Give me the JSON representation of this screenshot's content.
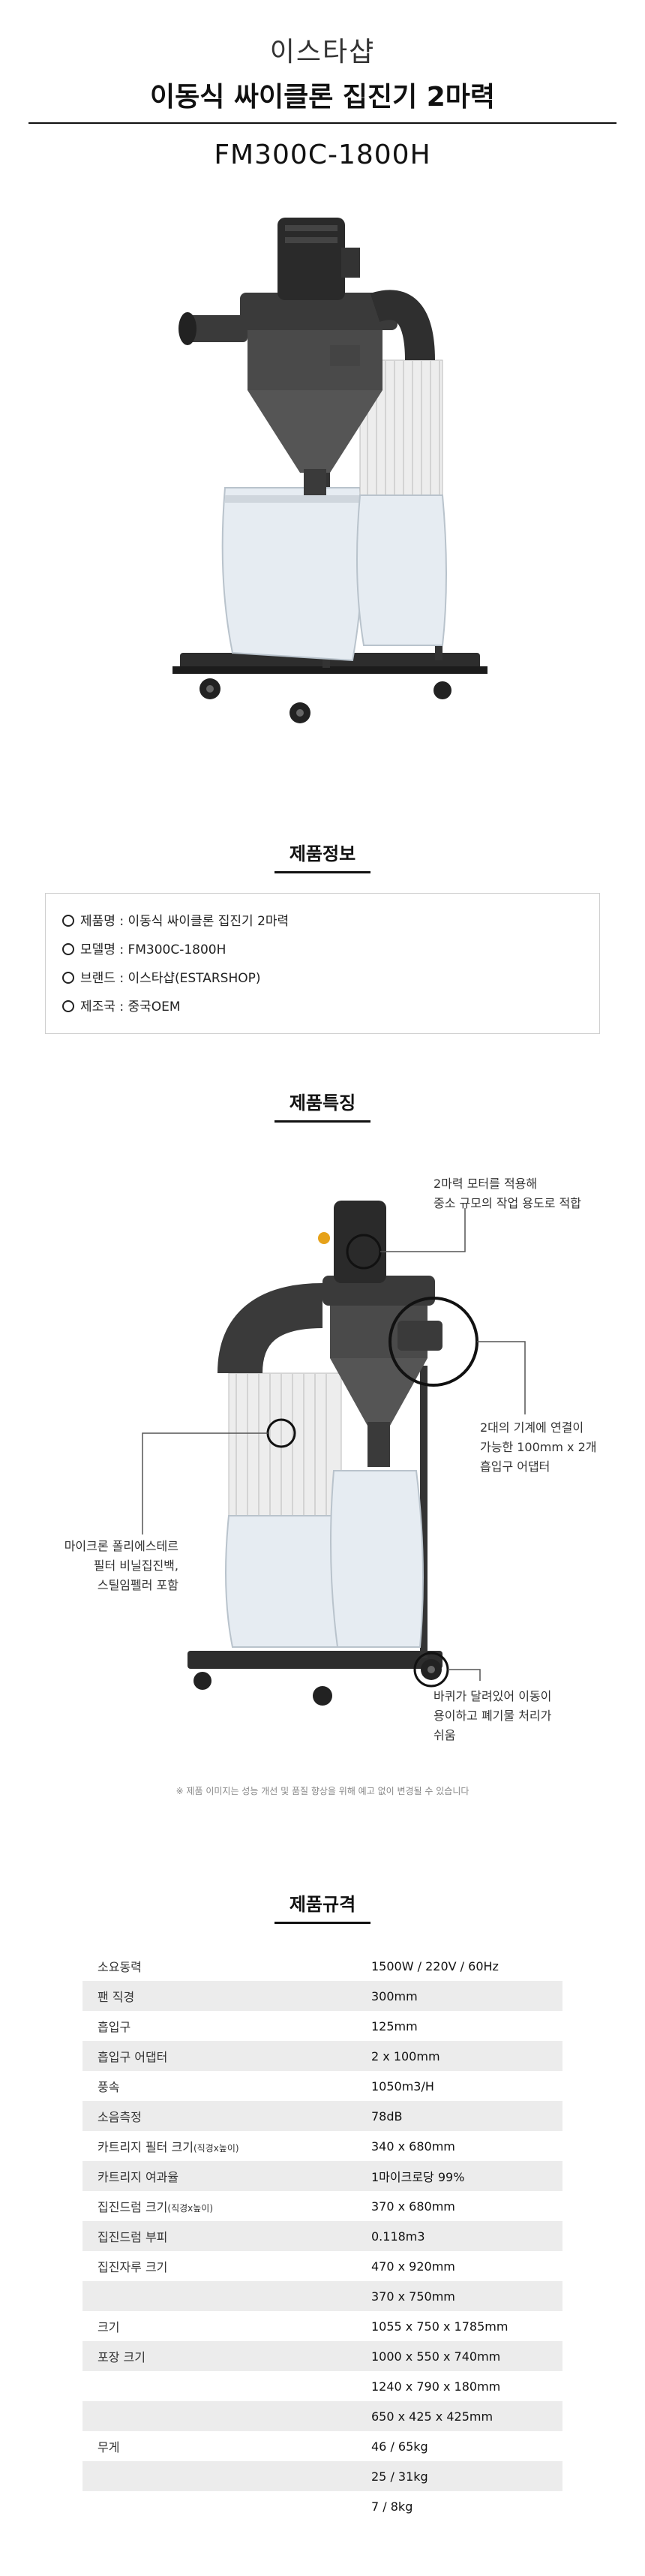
{
  "header": {
    "brand": "이스타샵",
    "product_title": "이동식 싸이클론 집진기 2마력",
    "model": "FM300C-1800H"
  },
  "product_info": {
    "title": "제품정보",
    "lines": [
      "제품명 : 이동식 싸이클론 집진기 2마력",
      "모델명 : FM300C-1800H",
      "브랜드 : 이스타샵(ESTARSHOP)",
      "제조국 : 중국OEM"
    ]
  },
  "features": {
    "title": "제품특징",
    "callouts": {
      "motor": [
        "2마력 모터를 적용해",
        "중소 규모의 작업 용도로 적합"
      ],
      "inlet": [
        "2대의 기계에 연결이",
        "가능한 100mm x 2개",
        "흡입구 어댑터"
      ],
      "filter": [
        "마이크론 폴리에스테르",
        "필터 비닐집진백,",
        "스틸임펠러 포함"
      ],
      "wheels": [
        "바퀴가 달려있어 이동이",
        "용이하고 폐기물 처리가",
        "쉬움"
      ]
    },
    "notice": "※ 제품 이미지는 성능 개선 및 품질 향상을 위해 예고 없이 변경될 수 있습니다"
  },
  "specs": {
    "title": "제품규격",
    "rows": [
      {
        "key": "소요동력",
        "sub": "",
        "value": "1500W / 220V / 60Hz"
      },
      {
        "key": "팬 직경",
        "sub": "",
        "value": "300mm"
      },
      {
        "key": "흡입구",
        "sub": "",
        "value": "125mm"
      },
      {
        "key": "흡입구 어댑터",
        "sub": "",
        "value": "2 x 100mm"
      },
      {
        "key": "풍속",
        "sub": "",
        "value": "1050m3/H"
      },
      {
        "key": "소음측정",
        "sub": "",
        "value": "78dB"
      },
      {
        "key": "카트리지 필터 크기",
        "sub": "(직경x높이)",
        "value": "340 x 680mm"
      },
      {
        "key": "카트리지 여과율",
        "sub": "",
        "value": "1마이크로당 99%"
      },
      {
        "key": "집진드럼 크기",
        "sub": "(직경x높이)",
        "value": "370 x 680mm"
      },
      {
        "key": "집진드럼 부피",
        "sub": "",
        "value": "0.118m3"
      },
      {
        "key": "집진자루 크기",
        "sub": "",
        "value": "470 x 920mm"
      },
      {
        "key": "",
        "sub": "",
        "value": "370 x 750mm"
      },
      {
        "key": "크기",
        "sub": "",
        "value": "1055 x 750 x 1785mm"
      },
      {
        "key": "포장 크기",
        "sub": "",
        "value": "1000 x 550 x 740mm"
      },
      {
        "key": "",
        "sub": "",
        "value": "1240 x 790 x 180mm"
      },
      {
        "key": "",
        "sub": "",
        "value": "650 x 425 x 425mm"
      },
      {
        "key": "무게",
        "sub": "",
        "value": "46 / 65kg"
      },
      {
        "key": "",
        "sub": "",
        "value": "25 / 31kg"
      },
      {
        "key": "",
        "sub": "",
        "value": "7 / 8kg"
      }
    ]
  }
}
